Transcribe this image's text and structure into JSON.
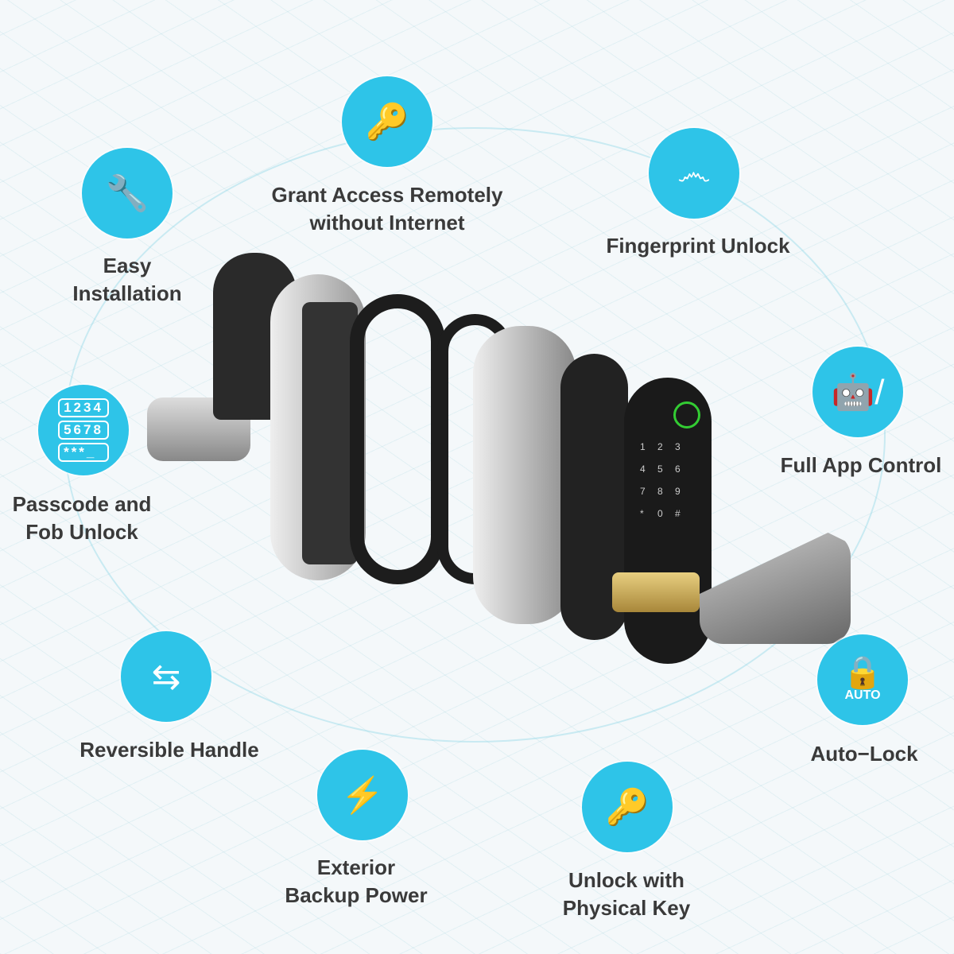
{
  "accent_color": "#2ec4e8",
  "features": [
    {
      "id": "grant-access",
      "icon": "remote-key-phone-icon",
      "line1": "Grant Access Remotely",
      "line2": "without Internet"
    },
    {
      "id": "easy-installation",
      "icon": "wrench-screwdriver-icon",
      "line1": "Easy",
      "line2": "Installation"
    },
    {
      "id": "fingerprint",
      "icon": "fingerprint-icon",
      "line1": "Fingerprint Unlock",
      "line2": ""
    },
    {
      "id": "passcode",
      "icon": "keypad-icon",
      "line1": "Passcode and",
      "line2": "Fob Unlock",
      "keypad_rows": [
        "1234",
        "5678",
        "***_"
      ]
    },
    {
      "id": "app-control",
      "icon": "android-apple-icon",
      "line1": "Full App Control",
      "line2": ""
    },
    {
      "id": "reversible-handle",
      "icon": "reversible-handle-icon",
      "line1": "Reversible Handle",
      "line2": ""
    },
    {
      "id": "backup-power",
      "icon": "power-bank-icon",
      "line1": "Exterior",
      "line2": "Backup Power"
    },
    {
      "id": "physical-key",
      "icon": "keys-icon",
      "line1": "Unlock with",
      "line2": "Physical Key"
    },
    {
      "id": "auto-lock",
      "icon": "padlock-auto-icon",
      "line1": "Auto−Lock",
      "line2": "",
      "badge": "AUTO"
    }
  ],
  "device": {
    "keypad": [
      "1",
      "2",
      "3",
      "4",
      "5",
      "6",
      "7",
      "8",
      "9",
      "*",
      "0",
      "#"
    ]
  }
}
